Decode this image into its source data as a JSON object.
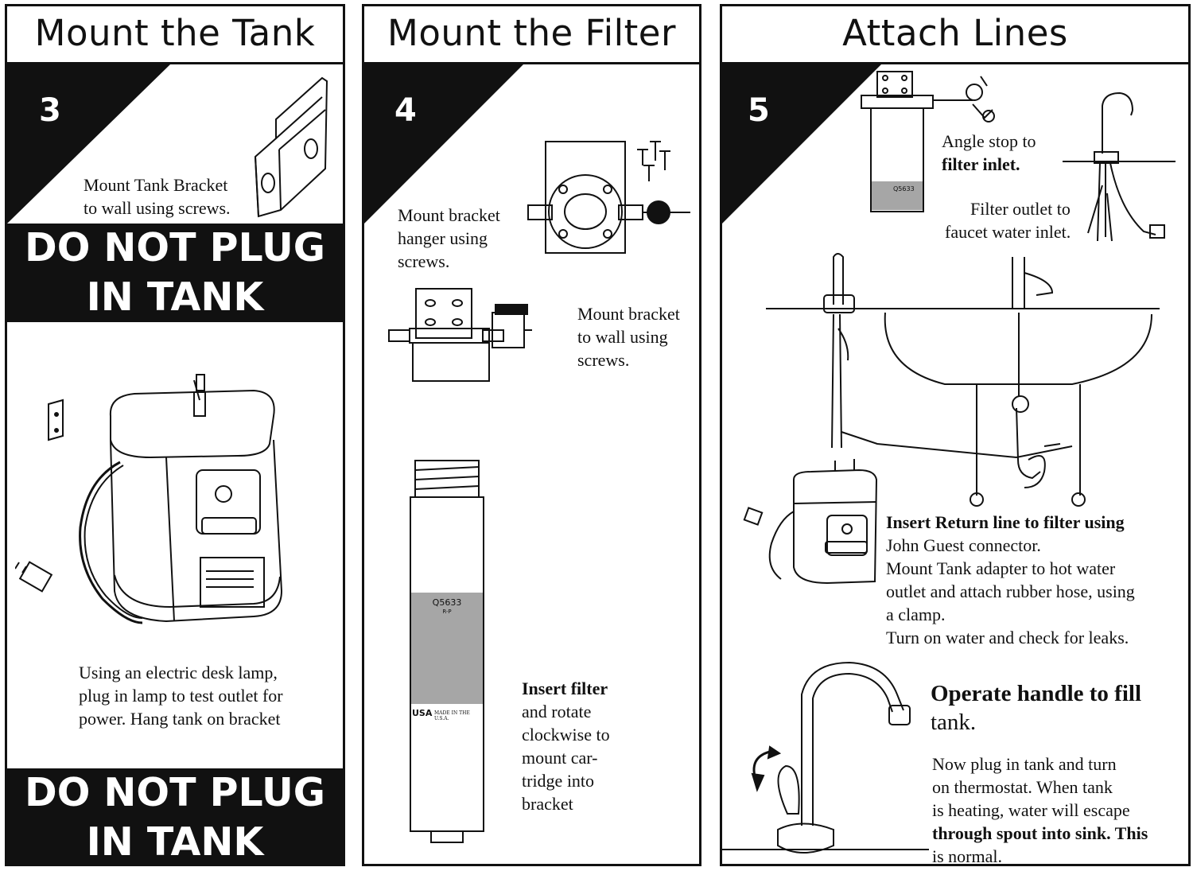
{
  "panel1": {
    "title": "Mount the Tank",
    "step": "3",
    "bracket_text_l1": "Mount Tank Bracket",
    "bracket_text_l2": "to wall using screws.",
    "warning_top_l1": "DO NOT PLUG",
    "warning_top_l2": "IN TANK",
    "lamp_l1": "Using an electric desk lamp,",
    "lamp_l2": "plug in lamp to test outlet for",
    "lamp_l3": "power. Hang tank on bracket",
    "warning_bottom_l1": "DO NOT PLUG",
    "warning_bottom_l2": "IN TANK"
  },
  "panel2": {
    "title": "Mount the Filter",
    "step": "4",
    "hanger_l1": "Mount bracket",
    "hanger_l2": "hanger using",
    "hanger_l3": "screws.",
    "wall_l1": "Mount bracket",
    "wall_l2": "to wall using",
    "wall_l3": "screws.",
    "insert_l1": "Insert filter",
    "insert_l2": "and rotate",
    "insert_l3": "clockwise to",
    "insert_l4": "mount car-",
    "insert_l5": "tridge into",
    "insert_l6": "bracket",
    "cartridge_model": "Q5633",
    "cartridge_sub": "R-P",
    "cartridge_usa": "USA",
    "cartridge_made": "MADE IN THE U.S.A."
  },
  "panel3": {
    "title": "Attach Lines",
    "step": "5",
    "angle_l1": "Angle stop to",
    "angle_l2": "filter inlet.",
    "outlet_l1": "Filter outlet to",
    "outlet_l2": "faucet water inlet.",
    "return_l1": "Insert Return line to filter using",
    "return_l2": "John Guest connector.",
    "return_l3": "Mount Tank adapter to hot water",
    "return_l4": "outlet and attach rubber hose, using",
    "return_l5": "a clamp.",
    "return_l6": "Turn on water and check for leaks.",
    "operate_l1": "Operate handle to fill",
    "operate_l2": "tank.",
    "now_l1": "Now plug in tank and turn",
    "now_l2": "on thermostat. When tank",
    "now_l3": "is heating, water will escape",
    "now_l4a": "through spout into sink. This",
    "now_l5": "is normal.",
    "filter_label": "Q5633"
  }
}
